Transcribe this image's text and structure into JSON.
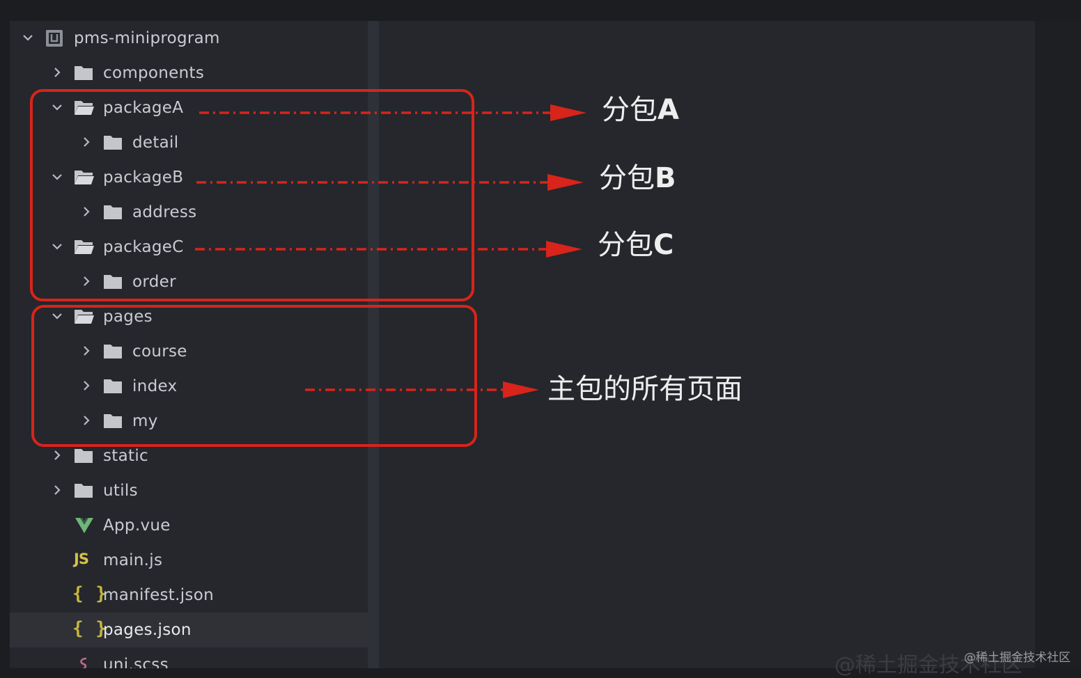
{
  "explorer": {
    "project_name": "pms-miniprogram",
    "items": {
      "components": "components",
      "packageA": "packageA",
      "detail": "detail",
      "packageB": "packageB",
      "address": "address",
      "packageC": "packageC",
      "order": "order",
      "pages": "pages",
      "course": "course",
      "index": "index",
      "my": "my",
      "static": "static",
      "utils": "utils",
      "app_vue": "App.vue",
      "main_js": "main.js",
      "manifest_json": "manifest.json",
      "pages_json": "pages.json",
      "uni_scss": "uni.scss"
    },
    "icons": {
      "js": "JS",
      "json": "{ }"
    },
    "selected_item": "pages.json"
  },
  "annotations": {
    "subpackage_a": {
      "prefix": "分包",
      "letter": "A"
    },
    "subpackage_b": {
      "prefix": "分包",
      "letter": "B"
    },
    "subpackage_c": {
      "prefix": "分包",
      "letter": "C"
    },
    "main_package": "主包的所有页面",
    "color": "#d8241b"
  },
  "watermark": {
    "large": "@稀土掘金技术社区",
    "small": "@稀土掘金技术社区"
  }
}
